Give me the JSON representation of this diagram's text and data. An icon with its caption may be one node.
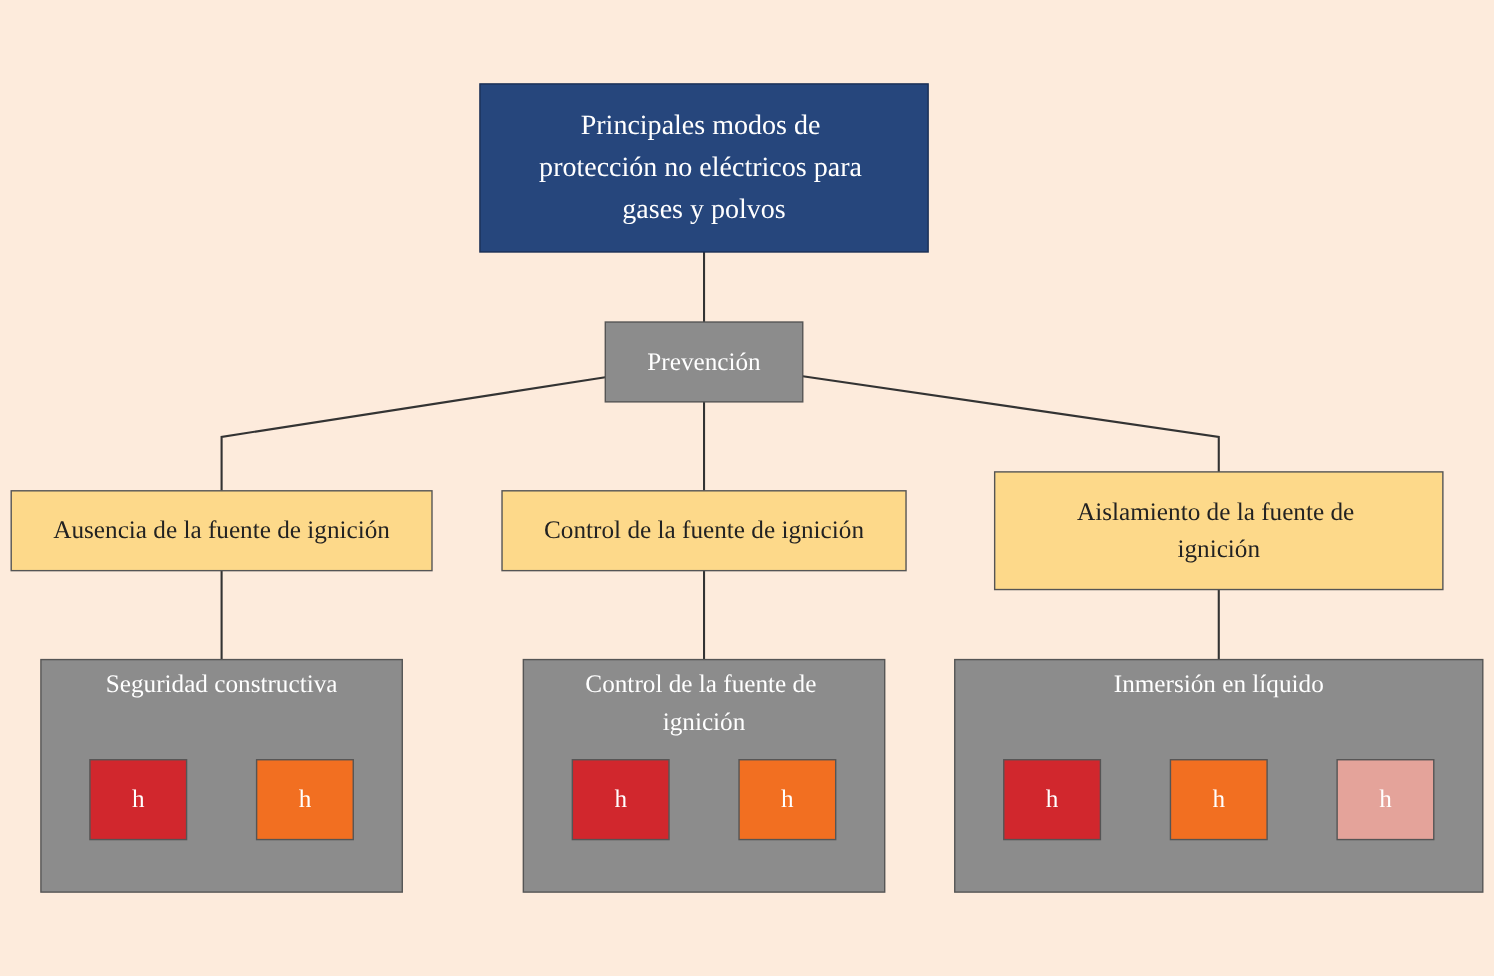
{
  "diagram": {
    "nodes": [
      {
        "text": [
          "Principales modos de protección no eléctricos para gases y polvos"
        ]
      },
      {
        "text": [
          "Prevención"
        ]
      },
      {
        "text": [
          "Ausencia de la fuente de ignición"
        ]
      },
      {
        "text": [
          "Control de la fuente de ignición"
        ]
      },
      {
        "text": [
          "Aislamiento de la fuente de ignición"
        ]
      },
      {
        "text": [
          "Seguridad constructiva"
        ]
      },
      {
        "text": [
          "h"
        ],
        "in": 5
      },
      {
        "text": [
          "h"
        ],
        "in": 5
      },
      {
        "text": [
          "Control de la fuente de ignición"
        ]
      },
      {
        "text": [
          "h"
        ],
        "in": 8
      },
      {
        "text": [
          "h"
        ],
        "in": 8
      },
      {
        "text": [
          "Inmersión en líquido"
        ]
      },
      {
        "text": [
          "h"
        ],
        "in": 11
      },
      {
        "text": [
          "h"
        ],
        "in": 11
      },
      {
        "text": [
          "h"
        ],
        "in": 11
      }
    ],
    "edges": [
      {
        "from": 0,
        "to": 1,
        "arrow": "none"
      },
      {
        "from": 1,
        "to": 2,
        "arrow": "none"
      },
      {
        "from": 1,
        "to": 3,
        "arrow": "none"
      },
      {
        "from": 1,
        "to": 4,
        "arrow": "none"
      },
      {
        "from": 2,
        "to": 5,
        "arrow": "none"
      },
      {
        "from": 3,
        "to": 8,
        "arrow": "none"
      },
      {
        "from": 4,
        "to": 11,
        "arrow": "none"
      }
    ]
  }
}
